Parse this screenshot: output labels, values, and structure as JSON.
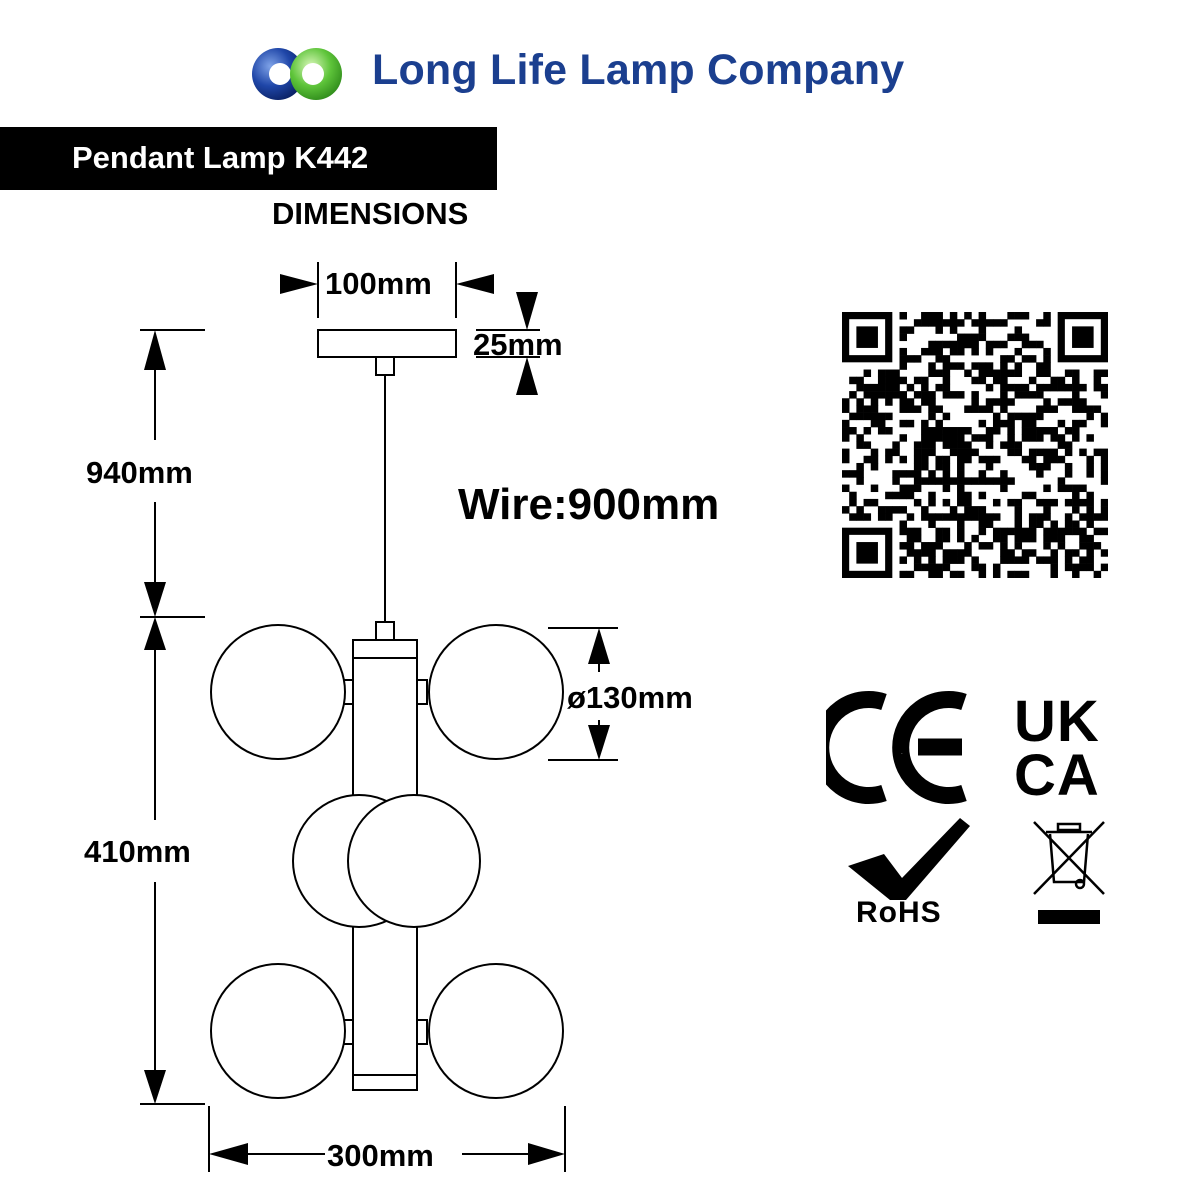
{
  "brand": {
    "name": "Long Life Lamp Company",
    "colors": {
      "blue": "#1b3f8f",
      "green": "#5ec43a"
    }
  },
  "product": {
    "name": "Pendant Lamp K442",
    "section_heading": "DIMENSIONS"
  },
  "dimensions": {
    "canopy_width": "100mm",
    "canopy_height": "25mm",
    "drop_length": "940mm",
    "body_height": "410mm",
    "overall_width": "300mm",
    "globe_diameter": "ø130mm",
    "wire_length": "Wire:900mm"
  },
  "certifications": {
    "ce": "CE",
    "ukca_line1": "UK",
    "ukca_line2": "CA",
    "rohs": "RoHS",
    "weee_icon": "crossed-out-wheelie-bin-icon"
  },
  "qr_icon": "qr-code-icon"
}
